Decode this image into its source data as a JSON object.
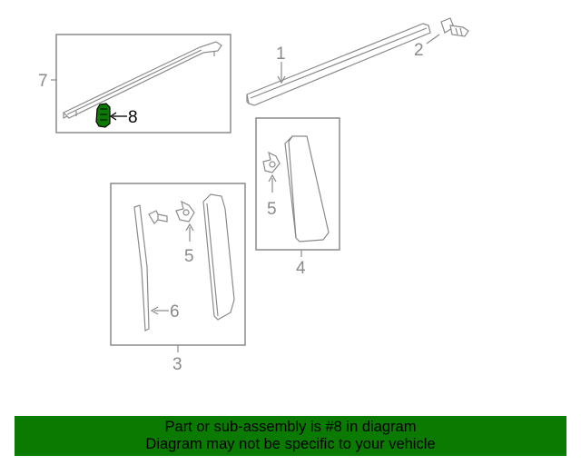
{
  "callouts": {
    "c1": "1",
    "c2": "2",
    "c3": "3",
    "c4": "4",
    "c5a": "5",
    "c5b": "5",
    "c6": "6",
    "c7": "7",
    "c8": "8"
  },
  "highlight_color": "#0a7a00",
  "banner": {
    "line1": "Part or sub-assembly is #8 in diagram",
    "line2": "Diagram may not be specific to your vehicle"
  }
}
